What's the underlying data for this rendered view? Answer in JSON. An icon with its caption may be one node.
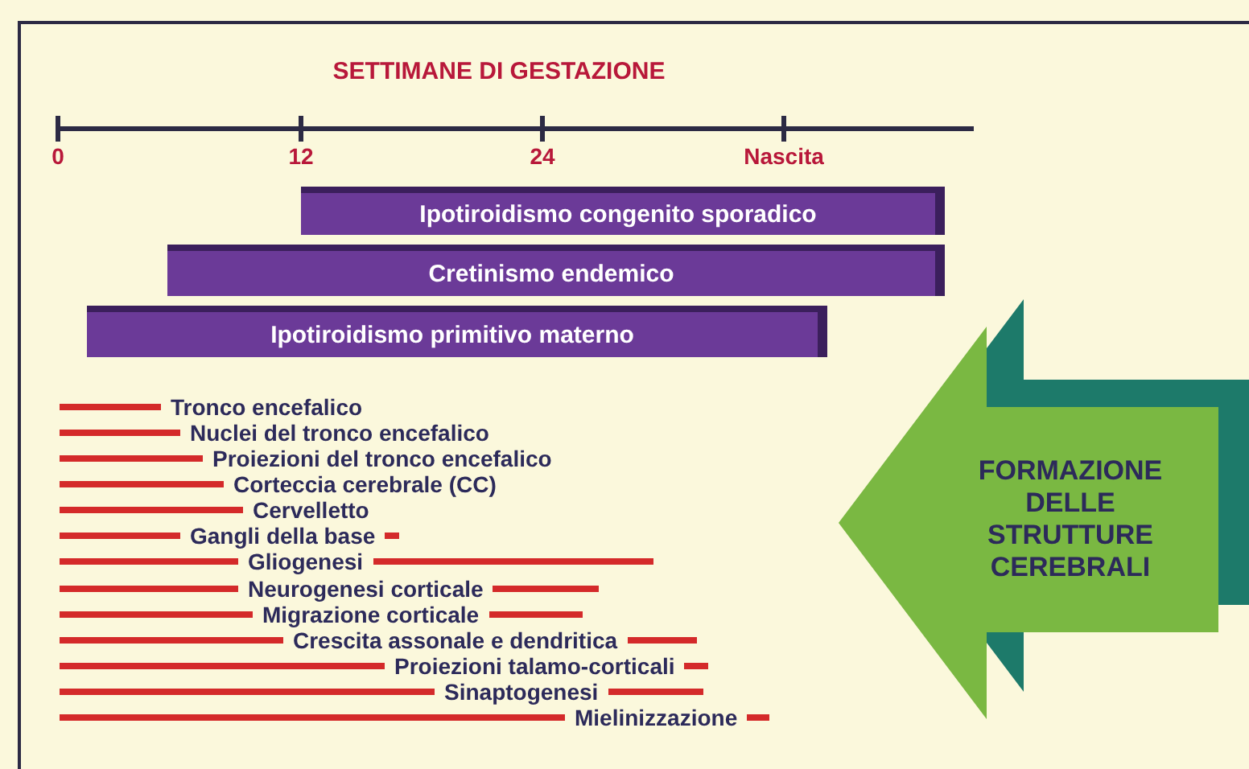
{
  "diagram": {
    "title": "SETTIMANE DI GESTAZIONE",
    "nodes": [
      {
        "text": [
          "Ipotiroidismo congenito sporadico"
        ]
      },
      {
        "text": [
          "Cretinismo endemico"
        ]
      },
      {
        "text": [
          "Ipotiroidismo primitivo materno"
        ]
      },
      {
        "text": [
          "FORMAZIONE DELLE STRUTTURE CEREBRALI"
        ]
      }
    ],
    "edges": [],
    "labels": [
      "0",
      "12",
      "24",
      "Nascita",
      "Tronco encefalico",
      "Nuclei del tronco encefalico",
      "Proiezioni del tronco encefalico",
      "Corteccia cerebrale (CC)",
      "Cervelletto",
      "Gangli della base",
      "Gliogenesi",
      "Neurogenesi corticale",
      "Migrazione corticale",
      "Crescita assonale e dendritica",
      "Proiezioni talamo-corticali",
      "Sinaptogenesi",
      "Mielinizzazione"
    ]
  }
}
